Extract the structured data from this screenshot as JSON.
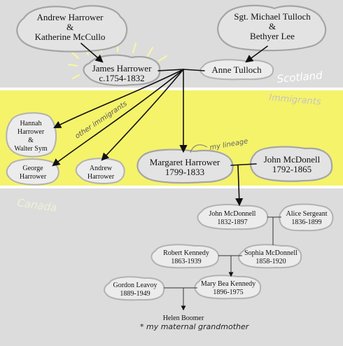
{
  "regions": [
    {
      "label": "Scotland",
      "color": "#dcdcdc"
    },
    {
      "label": "Immigrants",
      "color": "#f5f36a"
    },
    {
      "label": "Canada",
      "color": "#dcdcdc"
    }
  ],
  "people": {
    "harrower_mccullo": {
      "line1": "Andrew Harrower",
      "line2": "&",
      "line3": "Katherine McCullo"
    },
    "tulloch_lee": {
      "line1": "Sgt. Michael Tulloch",
      "line2": "&",
      "line3": "Bethyer Lee"
    },
    "james_harrower": {
      "name": "James Harrower",
      "dates": "c.1754-1832"
    },
    "anne_tulloch": {
      "name": "Anne Tulloch"
    },
    "hannah_walter": {
      "line1": "Hannah",
      "line2": "Harrower",
      "line3": "&",
      "line4": "Walter Sym"
    },
    "george_harrower": {
      "line1": "George",
      "line2": "Harrower"
    },
    "andrew_harrower_jr": {
      "line1": "Andrew",
      "line2": "Harrower"
    },
    "margaret_harrower": {
      "name": "Margaret Harrower",
      "dates": "1799-1833"
    },
    "john_mcdonell": {
      "name": "John McDonell",
      "dates": "1792-1865"
    },
    "john_mcdonnell": {
      "name": "John McDonnell",
      "dates": "1832-1897"
    },
    "alice_sergeant": {
      "name": "Alice Sergeant",
      "dates": "1836-1899"
    },
    "robert_kennedy": {
      "name": "Robert Kennedy",
      "dates": "1863-1939"
    },
    "sophia_mcdonnell": {
      "name": "Sophia McDonnell",
      "dates": "1858-1920"
    },
    "gordon_leavoy": {
      "name": "Gordon Leavoy",
      "dates": "1889-1949"
    },
    "mary_bea_kennedy": {
      "name": "Mary Bea Kennedy",
      "dates": "1896-1975"
    },
    "helen_boomer": {
      "name": "Helen Boomer"
    }
  },
  "annotations": {
    "other_immigrants": "other immigrants",
    "my_lineage": "my lineage",
    "maternal_note": "* my maternal grandmother"
  }
}
